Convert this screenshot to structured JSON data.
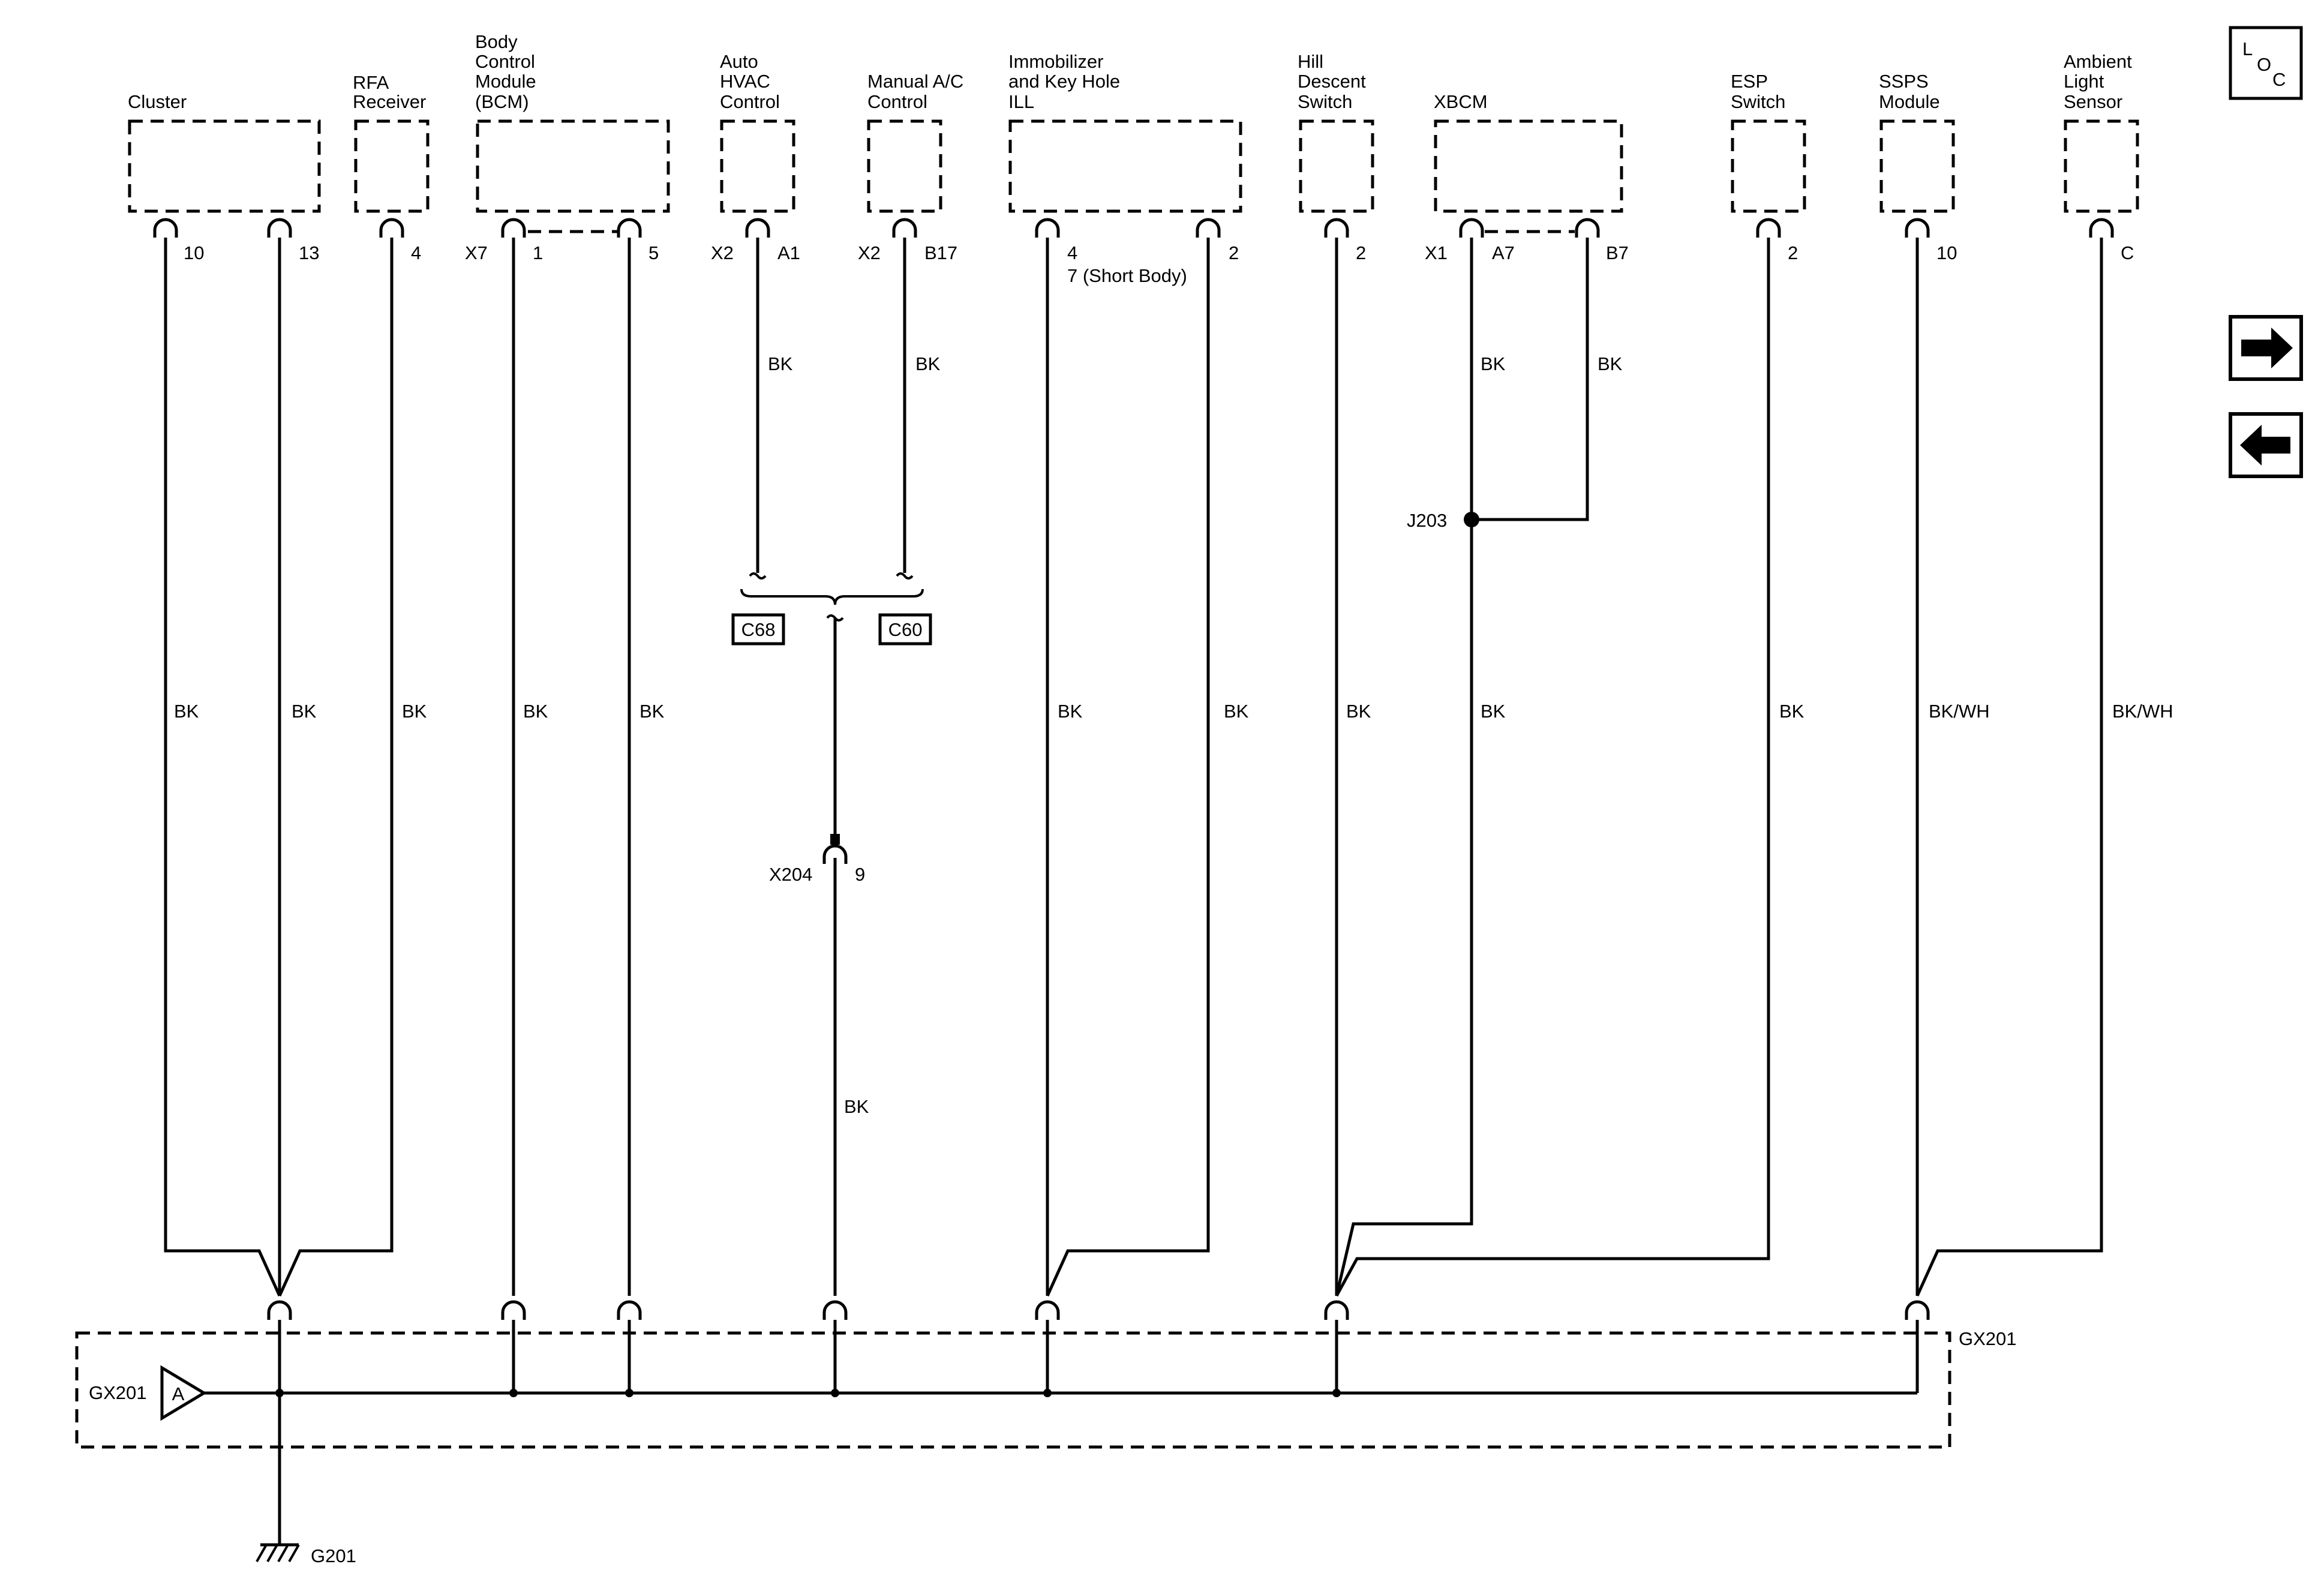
{
  "components": {
    "cluster": [
      "Cluster"
    ],
    "rfa": [
      "RFA",
      "Receiver"
    ],
    "bcm": [
      "Body",
      "Control",
      "Module",
      "(BCM)"
    ],
    "auto_hvac": [
      "Auto",
      "HVAC",
      "Control"
    ],
    "manual_ac": [
      "Manual A/C",
      "Control"
    ],
    "immobilizer": [
      "Immobilizer",
      "and Key Hole",
      "ILL"
    ],
    "hill_descent": [
      "Hill",
      "Descent",
      "Switch"
    ],
    "xbcm": [
      "XBCM"
    ],
    "esp": [
      "ESP",
      "Switch"
    ],
    "ssps": [
      "SSPS",
      "Module"
    ],
    "ambient": [
      "Ambient",
      "Light",
      "Sensor"
    ]
  },
  "pins": {
    "cluster_a": "10",
    "cluster_b": "13",
    "rfa": "4",
    "bcm_conn": "X7",
    "bcm_a": "1",
    "bcm_b": "5",
    "hvac_conn": "X2",
    "hvac_pin": "A1",
    "manual_conn": "X2",
    "manual_pin": "B17",
    "immo_a": "4",
    "immo_a_alt": "7 (Short Body)",
    "immo_b": "2",
    "hill": "2",
    "xbcm_conn": "X1",
    "xbcm_a": "A7",
    "xbcm_b": "B7",
    "esp": "2",
    "ssps": "10",
    "ambient": "C",
    "x204_pin": "9"
  },
  "wire_colors": {
    "bk": "BK",
    "bkwh": "BK/WH"
  },
  "connectors": {
    "c68": "C68",
    "c60": "C60",
    "x204": "X204"
  },
  "splices": {
    "j203": "J203"
  },
  "grounds": {
    "gx201_block": "GX201",
    "gx201_ref": "GX201",
    "ref_letter": "A",
    "g201": "G201"
  },
  "side_panel": {
    "loc_l": "L",
    "loc_o": "O",
    "loc_c": "C",
    "next_icon": "arrow-right-icon",
    "prev_icon": "arrow-left-icon"
  }
}
